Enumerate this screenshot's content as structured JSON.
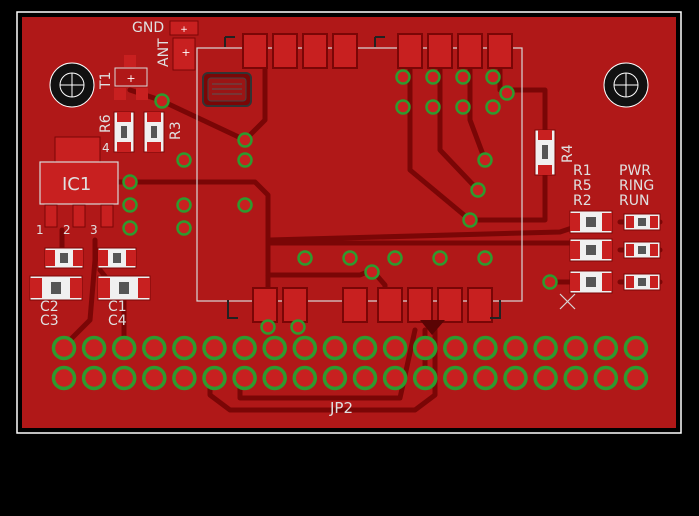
{
  "board": {
    "title": "JP2",
    "labels": {
      "gnd": "GND",
      "ant": "ANT",
      "t1": "T1",
      "r6": "R6",
      "r3": "R3",
      "r4": "R4",
      "ic1": "IC1",
      "pin1": "1",
      "pin2": "2",
      "pin3": "3",
      "pin4": "4",
      "c2": "C2",
      "c3": "C3",
      "c1": "C1",
      "c4": "C4",
      "r1": "R1",
      "r5": "R5",
      "r2": "R2",
      "pwr": "PWR",
      "ring": "RING",
      "run": "RUN",
      "plus1": "+",
      "plus2": "+",
      "plus3": "+"
    },
    "colors": {
      "board": "#b01818",
      "trace": "#7a0606",
      "pad": "#c82020",
      "via_ring": "#2e9a2e",
      "silk": "#d8d8d8",
      "outline": "#ffffff",
      "background": "#000000"
    },
    "header_pins_per_row": 20
  }
}
